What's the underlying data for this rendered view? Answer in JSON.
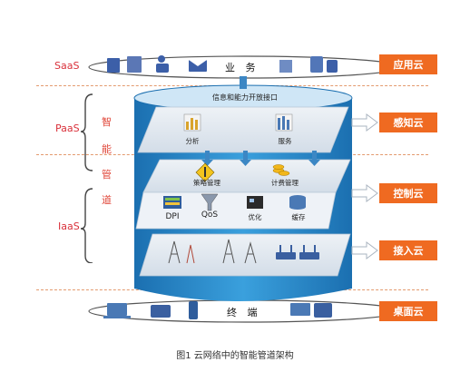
{
  "layers": {
    "saas": "SaaS",
    "paas": "PaaS",
    "iaas": "IaaS"
  },
  "smart_pipe_chars": [
    "智",
    "能",
    "管",
    "道"
  ],
  "tiers": {
    "top_label": "业 务",
    "bottom_label": "终 端"
  },
  "pipe": {
    "top_text": "信息和能力开放接口",
    "paas_items": [
      "分析",
      "服务"
    ],
    "mid_items": [
      "策略管理",
      "计费管理"
    ],
    "iaas_items": [
      "DPI",
      "QoS",
      "优化",
      "缓存"
    ]
  },
  "clouds": [
    "应用云",
    "感知云",
    "控制云",
    "接入云",
    "桌面云"
  ],
  "caption": "图1  云网络中的智能管道架构",
  "colors": {
    "accent_orange": "#ef6a21",
    "level_red": "#d9303a",
    "pipe_blue": "#2a86c6",
    "panel_gray": "#dfe6ee"
  }
}
